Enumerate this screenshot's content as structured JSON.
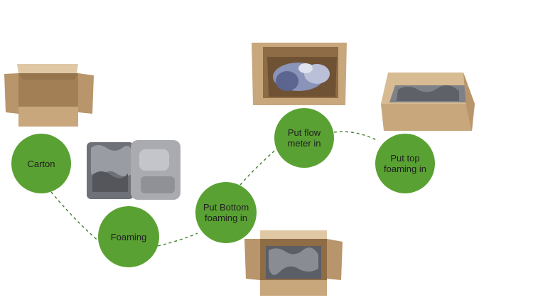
{
  "diagram": {
    "steps": [
      {
        "id": "carton",
        "label": "Carton"
      },
      {
        "id": "foaming",
        "label": "Foaming"
      },
      {
        "id": "bottom",
        "label": "Put Bottom\nfoaming in"
      },
      {
        "id": "meter",
        "label": "Put flow\nmeter  in"
      },
      {
        "id": "top",
        "label": "Put top\nfoaming  in"
      }
    ],
    "colors": {
      "circle": "#5aa133",
      "connector": "#3f7f2a",
      "cardboard": "#c8a77d",
      "foam": "#7f8188"
    }
  }
}
